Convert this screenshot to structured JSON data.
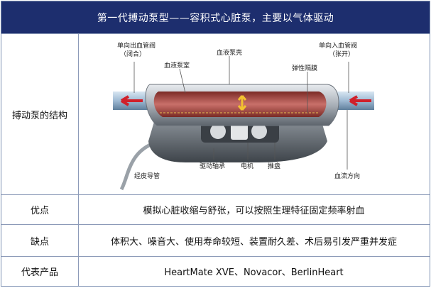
{
  "header": {
    "title": "第一代搏动泵型——容积式心脏泵，主要以气体驱动"
  },
  "rows": [
    {
      "label": "搏动泵的结构",
      "content": ""
    },
    {
      "label": "优点",
      "content": "模拟心脏收缩与舒张，可以按照生理特征固定频率射血"
    },
    {
      "label": "缺点",
      "content": "体积大、噪音大、使用寿命较短、装置耐久差、术后易引发严重并发症"
    },
    {
      "label": "代表产品",
      "content": "HeartMate XVE、Novacor、BerlinHeart"
    }
  ],
  "diagram": {
    "labels": {
      "outlet_valve": "单向出血管阀",
      "outlet_valve_state": "（闭合）",
      "pump_shell": "血液泵壳",
      "inlet_valve": "单向入血管阀",
      "inlet_valve_state": "（张开）",
      "pump_chamber": "血液泵室",
      "elastic_diaphragm": "弹性隔膜",
      "drive_bearing": "驱动轴承",
      "motor": "电机",
      "push_plate": "推盘",
      "percutaneous_lead": "经皮导管",
      "flow_direction": "血流方向"
    }
  }
}
